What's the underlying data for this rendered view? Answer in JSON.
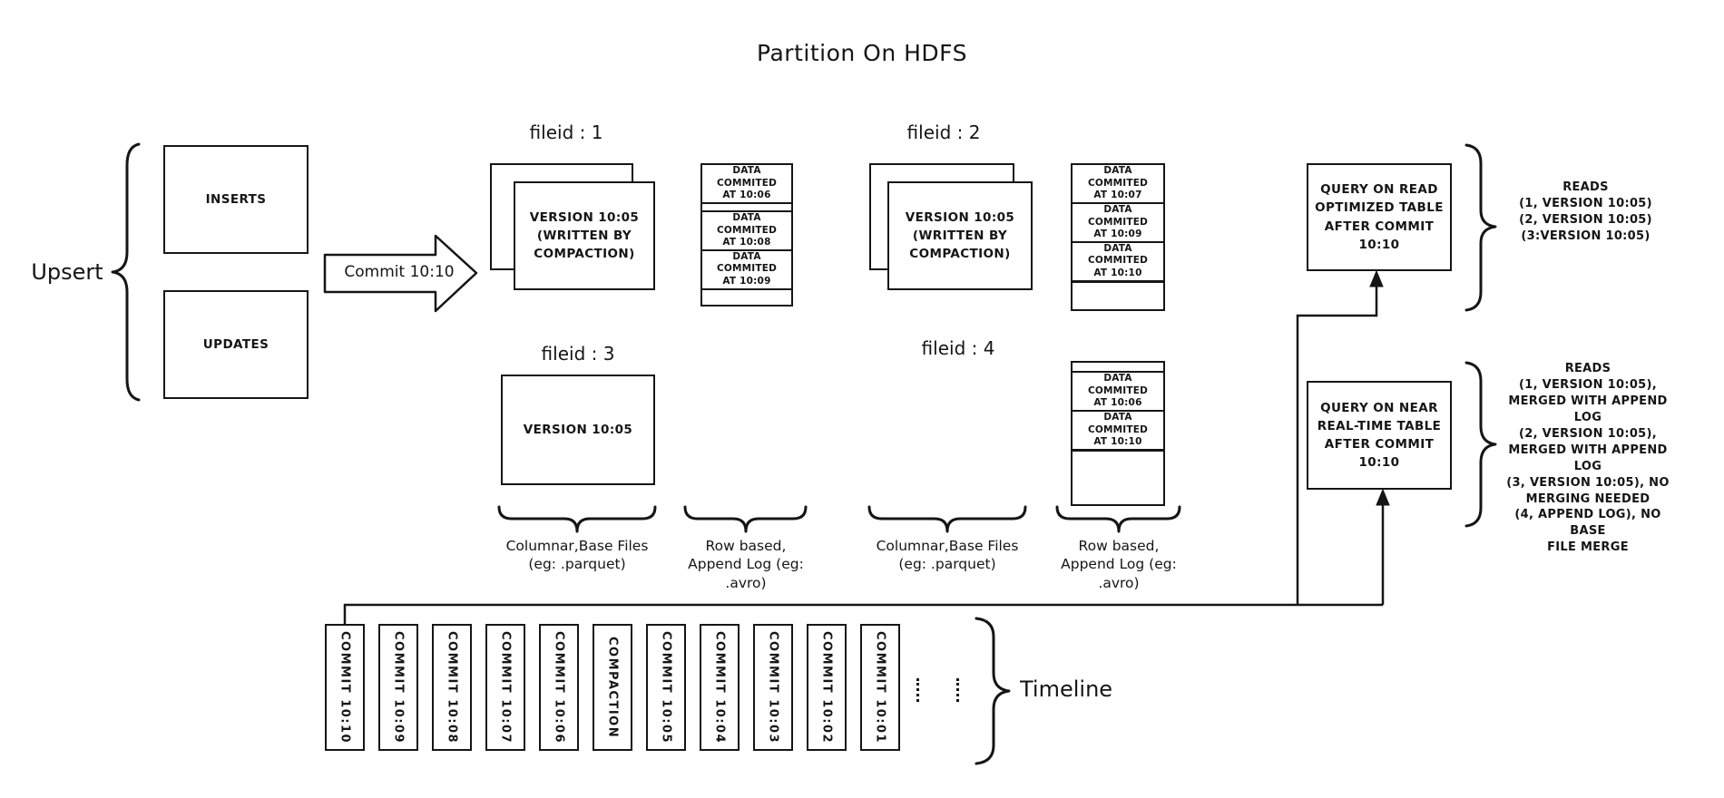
{
  "title": "Partition On HDFS",
  "colors": {
    "ink": "#151515",
    "paper": "#ffffff"
  },
  "upsert": {
    "label": "Upsert",
    "inserts": "INSERTS",
    "updates": "UPDATES",
    "arrow_label": "Commit 10:10"
  },
  "file_groups": {
    "f1": {
      "label": "fileid : 1",
      "base": "VERSION 10:05\n(WRITTEN BY\nCOMPACTION)"
    },
    "f2": {
      "label": "fileid : 2",
      "base": "VERSION 10:05\n(WRITTEN BY\nCOMPACTION)"
    },
    "f3": {
      "label": "fileid : 3",
      "base": "VERSION 10:05"
    },
    "f4": {
      "label": "fileid : 4"
    }
  },
  "logs": {
    "log1": {
      "row1": "DATA COMMITED\nAT 10:06",
      "row2": "DATA COMMITED\nAT 10:08",
      "row3": "DATA COMMITED\nAT 10:09"
    },
    "log2": {
      "row1": "DATA COMMITED\nAT 10:07",
      "row2": "DATA COMMITED\nAT 10:09",
      "row3": "DATA COMMITED\nAT 10:10"
    },
    "log4": {
      "row1": "DATA COMMITED\nAT 10:06",
      "row2": "DATA COMMITED\nAT 10:10"
    }
  },
  "captions": {
    "columnar_1": "Columnar,Base Files\n(eg: .parquet)",
    "row_based_1": "Row based,\nAppend Log (eg:\n.avro)",
    "columnar_2": "Columnar,Base Files\n(eg: .parquet)",
    "row_based_2": "Row based,\nAppend Log (eg:\n.avro)"
  },
  "queries": {
    "read_optimized": {
      "box": "QUERY ON READ\nOPTIMIZED TABLE\nAFTER COMMIT\n10:10",
      "reads": "READS\n(1, VERSION 10:05)\n(2, VERSION 10:05)\n(3:VERSION 10:05)"
    },
    "near_real_time": {
      "box": "QUERY ON NEAR\nREAL-TIME TABLE\nAFTER COMMIT\n10:10",
      "reads": "READS\n(1, VERSION 10:05),\nMERGED WITH APPEND LOG\n(2, VERSION 10:05),\nMERGED WITH APPEND LOG\n(3, VERSION 10:05), NO\nMERGING NEEDED\n(4, APPEND LOG), NO BASE\nFILE MERGE"
    }
  },
  "timeline": {
    "label": "Timeline",
    "items": [
      {
        "label": "COMMIT 10:10"
      },
      {
        "label": "COMMIT 10:09"
      },
      {
        "label": "COMMIT 10:08"
      },
      {
        "label": "COMMIT 10:07"
      },
      {
        "label": "COMMIT 10:06"
      },
      {
        "label": "COMPACTION"
      },
      {
        "label": "COMMIT 10:05"
      },
      {
        "label": "COMMIT 10:04"
      },
      {
        "label": "COMMIT 10:03"
      },
      {
        "label": "COMMIT 10:02"
      },
      {
        "label": "COMMIT 10:01"
      }
    ]
  }
}
